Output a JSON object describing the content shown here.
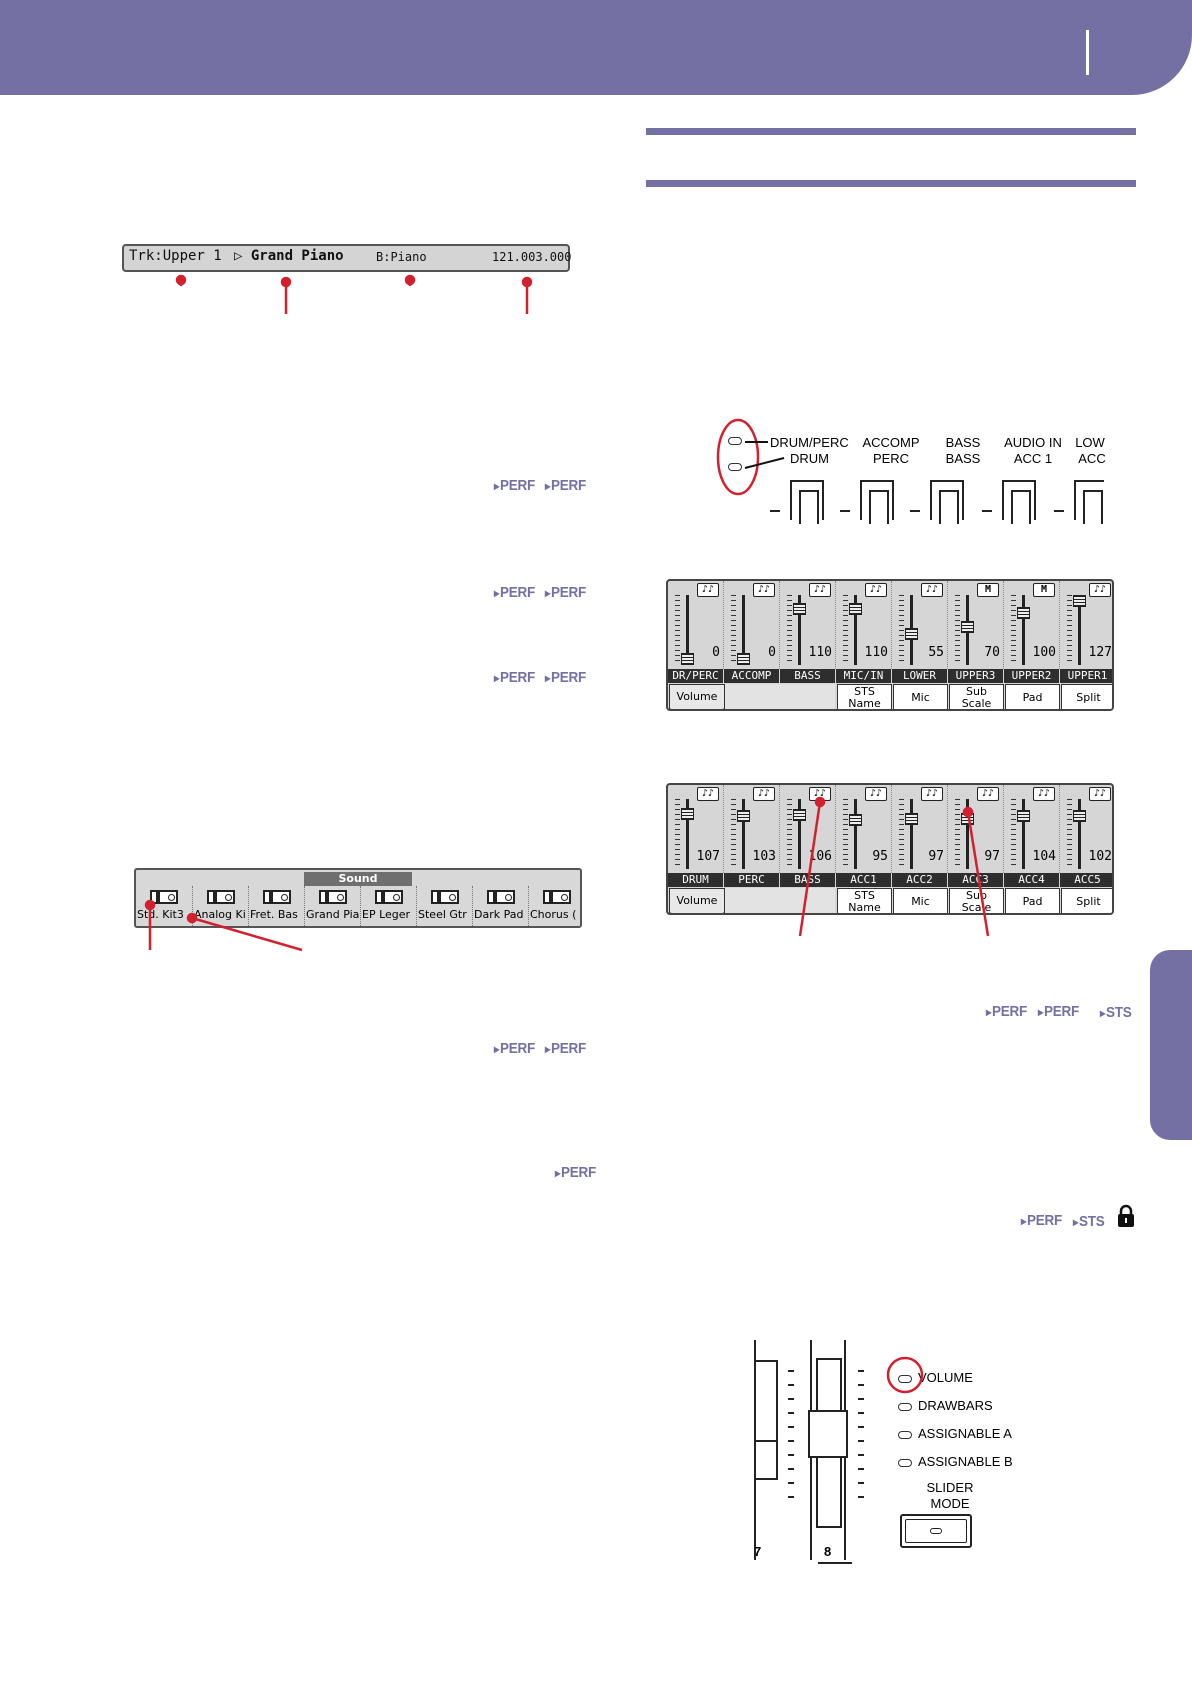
{
  "track_display": {
    "track": "Trk:Upper 1",
    "sound_name": "Grand Piano",
    "bank": "B:Piano",
    "position": "121.003.000"
  },
  "perf_badges": {
    "perf": "PERF",
    "sts": "STS"
  },
  "sound_strip": {
    "title": "Sound",
    "sounds": [
      "Std. Kit3",
      "Analog Ki",
      "Fret. Bas",
      "Grand Pia",
      "EP Leger",
      "Steel Gtr",
      "Dark Pad",
      "Chorus ("
    ]
  },
  "panel_top": {
    "led_labels": [
      "DRUM/PERC",
      "DRUM"
    ],
    "columns": [
      {
        "top": "ACCOMP",
        "bottom": "PERC"
      },
      {
        "top": "BASS",
        "bottom": "BASS"
      },
      {
        "top": "AUDIO IN",
        "bottom": "ACC 1"
      },
      {
        "top": "LOW",
        "bottom": "ACC"
      }
    ]
  },
  "mixer_realtime": {
    "channels": [
      {
        "label": "DR/PERC",
        "value": "0",
        "mode": "♪♪",
        "level": 0
      },
      {
        "label": "ACCOMP",
        "value": "0",
        "mode": "♪♪",
        "level": 0
      },
      {
        "label": "BASS",
        "value": "110",
        "mode": "♪♪",
        "level": 110
      },
      {
        "label": "MIC/IN",
        "value": "110",
        "mode": "♪♪",
        "level": 110
      },
      {
        "label": "LOWER",
        "value": "55",
        "mode": "♪♪",
        "level": 55
      },
      {
        "label": "UPPER3",
        "value": "70",
        "mode": "M",
        "level": 70
      },
      {
        "label": "UPPER2",
        "value": "100",
        "mode": "M",
        "level": 100
      },
      {
        "label": "UPPER1",
        "value": "127",
        "mode": "♪♪",
        "level": 127
      }
    ],
    "buttons": [
      "Volume",
      "STS Name",
      "Mic",
      "Sub Scale",
      "Pad",
      "Split"
    ]
  },
  "mixer_style": {
    "channels": [
      {
        "label": "DRUM",
        "value": "107",
        "mode": "♪♪",
        "level": 107
      },
      {
        "label": "PERC",
        "value": "103",
        "mode": "♪♪",
        "level": 103
      },
      {
        "label": "BASS",
        "value": "106",
        "mode": "♪♪",
        "level": 106
      },
      {
        "label": "ACC1",
        "value": "95",
        "mode": "♪♪",
        "level": 95
      },
      {
        "label": "ACC2",
        "value": "97",
        "mode": "♪♪",
        "level": 97
      },
      {
        "label": "ACC3",
        "value": "97",
        "mode": "♪♪",
        "level": 97
      },
      {
        "label": "ACC4",
        "value": "104",
        "mode": "♪♪",
        "level": 104
      },
      {
        "label": "ACC5",
        "value": "102",
        "mode": "♪♪",
        "level": 102
      }
    ],
    "buttons": [
      "Volume",
      "STS Name",
      "Mic",
      "Sub Scale",
      "Pad",
      "Split"
    ]
  },
  "slider_panel": {
    "leds": [
      "VOLUME",
      "DRAWBARS",
      "ASSIGNABLE A",
      "ASSIGNABLE B"
    ],
    "mode_label_1": "SLIDER",
    "mode_label_2": "MODE",
    "slider_numbers": [
      "7",
      "8"
    ]
  },
  "colors": {
    "accent": "#7570a3",
    "callout": "#d3202e"
  }
}
